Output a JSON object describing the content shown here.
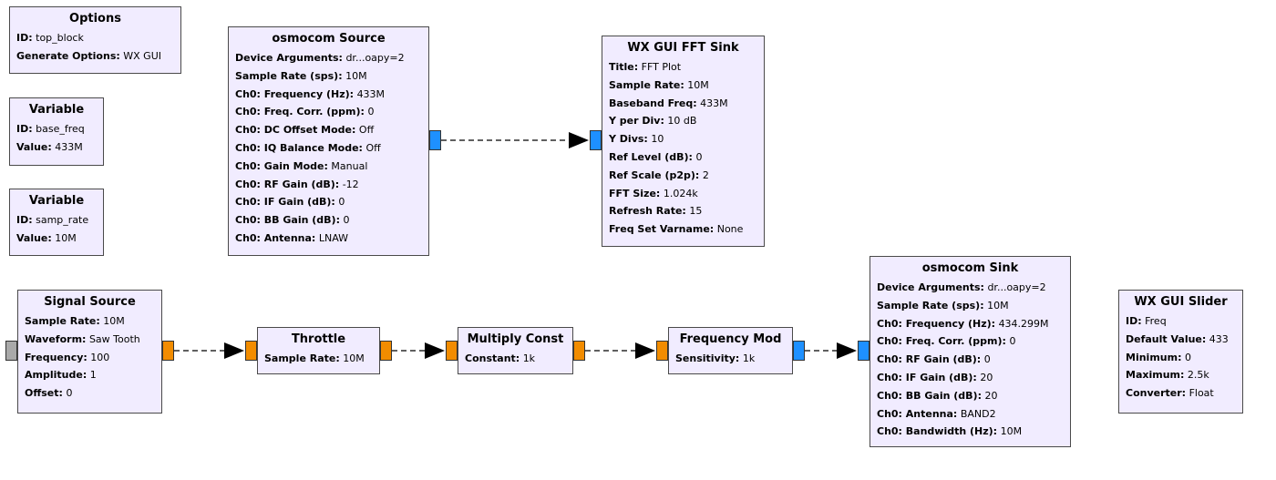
{
  "blocks": {
    "options": {
      "title": "Options",
      "rows": [
        {
          "k": "ID:",
          "v": "top_block"
        },
        {
          "k": "Generate Options:",
          "v": "WX GUI"
        }
      ]
    },
    "var_base_freq": {
      "title": "Variable",
      "rows": [
        {
          "k": "ID:",
          "v": "base_freq"
        },
        {
          "k": "Value:",
          "v": "433M"
        }
      ]
    },
    "var_samp_rate": {
      "title": "Variable",
      "rows": [
        {
          "k": "ID:",
          "v": "samp_rate"
        },
        {
          "k": "Value:",
          "v": "10M"
        }
      ]
    },
    "osmocom_source": {
      "title": "osmocom Source",
      "rows": [
        {
          "k": "Device Arguments:",
          "v": "dr...oapy=2"
        },
        {
          "k": "Sample Rate (sps):",
          "v": "10M"
        },
        {
          "k": "Ch0: Frequency (Hz):",
          "v": "433M"
        },
        {
          "k": "Ch0: Freq. Corr. (ppm):",
          "v": "0"
        },
        {
          "k": "Ch0: DC Offset Mode:",
          "v": "Off"
        },
        {
          "k": "Ch0: IQ Balance Mode:",
          "v": "Off"
        },
        {
          "k": "Ch0: Gain Mode:",
          "v": "Manual"
        },
        {
          "k": "Ch0: RF Gain (dB):",
          "v": "-12"
        },
        {
          "k": "Ch0: IF Gain (dB):",
          "v": "0"
        },
        {
          "k": "Ch0: BB Gain (dB):",
          "v": "0"
        },
        {
          "k": "Ch0: Antenna:",
          "v": "LNAW"
        }
      ]
    },
    "wx_fft_sink": {
      "title": "WX GUI FFT Sink",
      "rows": [
        {
          "k": "Title:",
          "v": "FFT Plot"
        },
        {
          "k": "Sample Rate:",
          "v": "10M"
        },
        {
          "k": "Baseband Freq:",
          "v": "433M"
        },
        {
          "k": "Y per Div:",
          "v": "10 dB"
        },
        {
          "k": "Y Divs:",
          "v": "10"
        },
        {
          "k": "Ref Level (dB):",
          "v": "0"
        },
        {
          "k": "Ref Scale (p2p):",
          "v": "2"
        },
        {
          "k": "FFT Size:",
          "v": "1.024k"
        },
        {
          "k": "Refresh Rate:",
          "v": "15"
        },
        {
          "k": "Freq Set Varname:",
          "v": "None"
        }
      ]
    },
    "signal_source": {
      "title": "Signal Source",
      "rows": [
        {
          "k": "Sample Rate:",
          "v": "10M"
        },
        {
          "k": "Waveform:",
          "v": "Saw Tooth"
        },
        {
          "k": "Frequency:",
          "v": "100"
        },
        {
          "k": "Amplitude:",
          "v": "1"
        },
        {
          "k": "Offset:",
          "v": "0"
        }
      ]
    },
    "throttle": {
      "title": "Throttle",
      "rows": [
        {
          "k": "Sample Rate:",
          "v": "10M"
        }
      ]
    },
    "multiply_const": {
      "title": "Multiply Const",
      "rows": [
        {
          "k": "Constant:",
          "v": "1k"
        }
      ]
    },
    "frequency_mod": {
      "title": "Frequency Mod",
      "rows": [
        {
          "k": "Sensitivity:",
          "v": "1k"
        }
      ]
    },
    "osmocom_sink": {
      "title": "osmocom Sink",
      "rows": [
        {
          "k": "Device Arguments:",
          "v": "dr...oapy=2"
        },
        {
          "k": "Sample Rate (sps):",
          "v": "10M"
        },
        {
          "k": "Ch0: Frequency (Hz):",
          "v": "434.299M"
        },
        {
          "k": "Ch0: Freq. Corr. (ppm):",
          "v": "0"
        },
        {
          "k": "Ch0: RF Gain (dB):",
          "v": "0"
        },
        {
          "k": "Ch0: IF Gain (dB):",
          "v": "20"
        },
        {
          "k": "Ch0: BB Gain (dB):",
          "v": "20"
        },
        {
          "k": "Ch0: Antenna:",
          "v": "BAND2"
        },
        {
          "k": "Ch0: Bandwidth (Hz):",
          "v": "10M"
        }
      ]
    },
    "wx_slider": {
      "title": "WX GUI Slider",
      "rows": [
        {
          "k": "ID:",
          "v": "Freq"
        },
        {
          "k": "Default Value:",
          "v": "433"
        },
        {
          "k": "Minimum:",
          "v": "0"
        },
        {
          "k": "Maximum:",
          "v": "2.5k"
        },
        {
          "k": "Converter:",
          "v": "Float"
        }
      ]
    }
  },
  "colors": {
    "block_fill": "#f1ecff",
    "port_float": "#f28c00",
    "port_complex": "#1e90ff",
    "port_disabled": "#a9a9a9"
  }
}
